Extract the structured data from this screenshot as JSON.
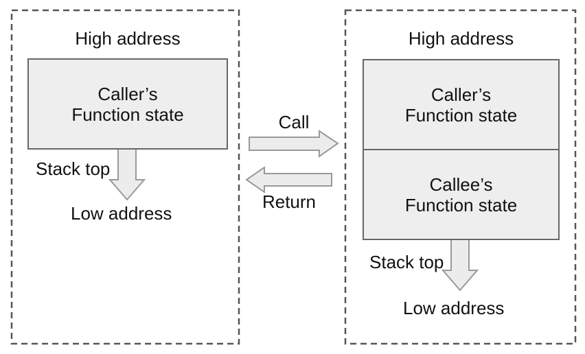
{
  "diagram": {
    "left_panel": {
      "high_address_label": "High address",
      "stack_top_label": "Stack top",
      "low_address_label": "Low address",
      "frames": [
        {
          "line1": "Caller’s",
          "line2": "Function state"
        }
      ]
    },
    "right_panel": {
      "high_address_label": "High address",
      "stack_top_label": "Stack top",
      "low_address_label": "Low address",
      "frames": [
        {
          "line1": "Caller’s",
          "line2": "Function state"
        },
        {
          "line1": "Callee’s",
          "line2": "Function state"
        }
      ]
    },
    "transition": {
      "call_label": "Call",
      "return_label": "Return"
    },
    "icons": {
      "call_arrow": "right-block-arrow",
      "return_arrow": "left-block-arrow",
      "stack_growth_arrow": "down-block-arrow"
    }
  },
  "colors": {
    "text_color": "#111111",
    "dash_border": "#555555",
    "box_fill": "#eeeeee",
    "box_border": "#666666",
    "arrow_fill": "#ececec",
    "arrow_stroke": "#999999"
  }
}
